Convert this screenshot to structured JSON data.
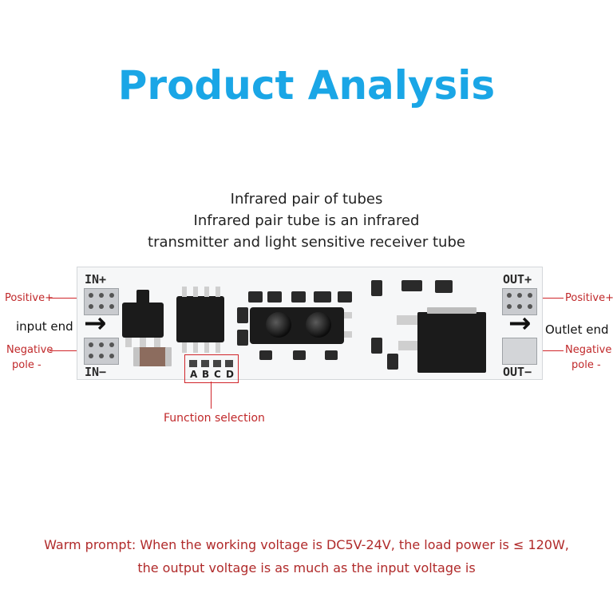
{
  "title": "Product Analysis",
  "description": {
    "line1": "Infrared pair of tubes",
    "line2": "Infrared pair tube is an infrared",
    "line3": "transmitter and light sensitive receiver tube"
  },
  "labels": {
    "left_positive": "Positive+",
    "input_end": "input end",
    "left_negative_1": "Negative",
    "left_negative_2": "pole -",
    "right_positive": "Positive+",
    "outlet_end": "Outlet end",
    "right_negative_1": "Negative",
    "right_negative_2": "pole -",
    "function_selection": "Function selection"
  },
  "board": {
    "in_plus": "IN+",
    "in_minus": "IN−",
    "out_plus": "OUT+",
    "out_minus": "OUT−",
    "function_letters": [
      "A",
      "B",
      "C",
      "D"
    ],
    "input_arrow": "→",
    "output_arrow": "→"
  },
  "warning": {
    "line1": "Warm prompt: When the working voltage is DC5V-24V, the load power is ≤ 120W,",
    "line2": "the output voltage is as much as the input voltage is"
  },
  "colors": {
    "title": "#1aa6e6",
    "annotation": "#c0282a",
    "warning": "#b02a2a"
  }
}
